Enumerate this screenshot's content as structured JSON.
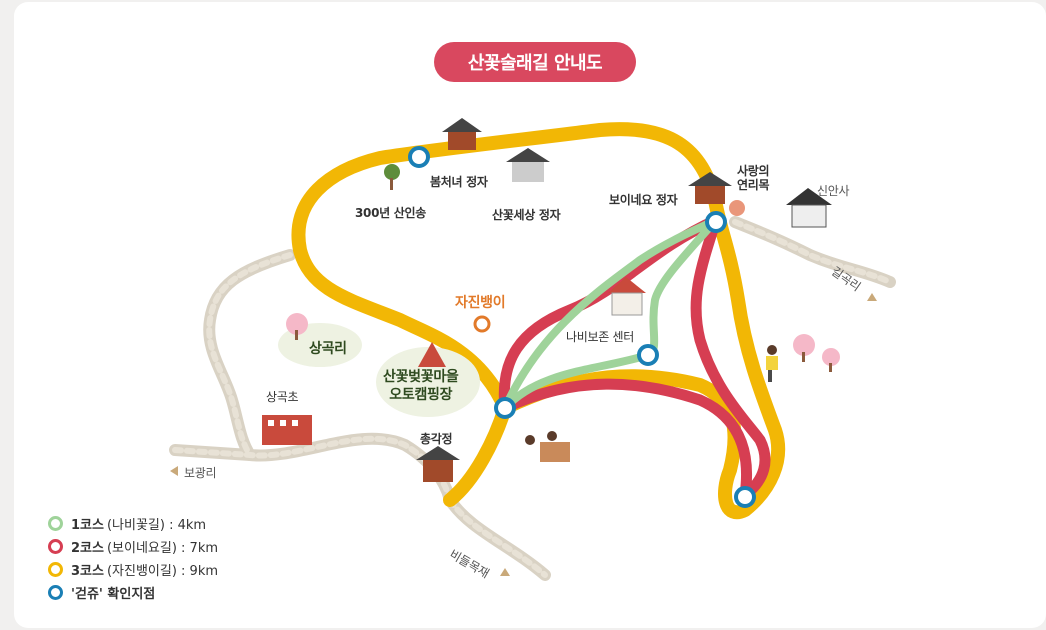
{
  "title": "산꽃술래길 안내도",
  "places": {
    "pine": "300년 산인송",
    "bomcheo": "봄처녀 정자",
    "sankkot": "산꽃세상 정자",
    "boine": "보이네요 정자",
    "love_tree": "사랑의\n연리목",
    "sinansa": "신안사",
    "gilgok": "길곡리",
    "jajin": "자진뱅이",
    "sanggok": "상곡리",
    "camping": "산꽃벚꽃마을\n오토캠핑장",
    "butterfly": "나비보존 센터",
    "school": "상곡초",
    "bogwang": "보광리",
    "chonggak": "총각정",
    "bideul": "비들목재"
  },
  "legend": [
    {
      "name": "1코스",
      "desc": "(나비꽃길) : 4km",
      "color": "#9fd39a"
    },
    {
      "name": "2코스",
      "desc": "(보이네요길) : 7km",
      "color": "#d63e52"
    },
    {
      "name": "3코스",
      "desc": "(자진뱅이길) : 9km",
      "color": "#f2b705"
    },
    {
      "name": "'걷쥬' 확인지점",
      "desc": "",
      "color": "#1a7fb5"
    }
  ],
  "colors": {
    "course1": "#9fd39a",
    "course2": "#d63e52",
    "course3": "#f2b705",
    "checkpoint": "#1a7fb5",
    "road": "#d9d2c4",
    "title": "#d9485f"
  }
}
